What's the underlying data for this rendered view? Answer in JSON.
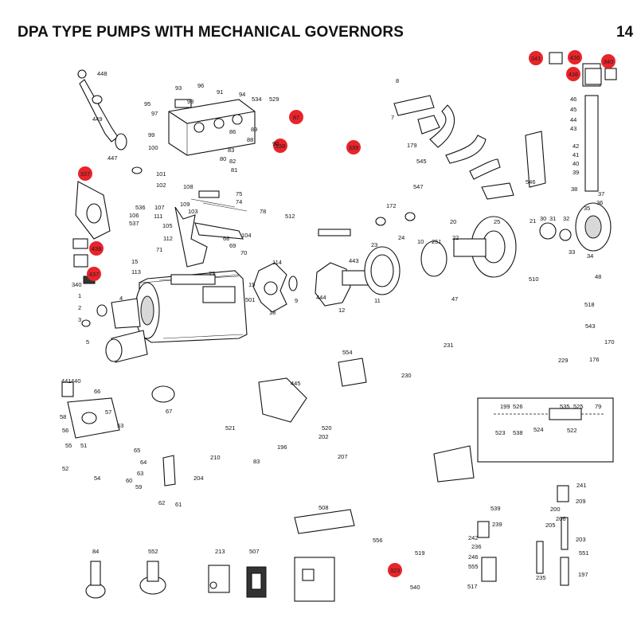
{
  "header": {
    "title": "DPA TYPE PUMPS WITH MECHANICAL GOVERNORS",
    "page_number": "14"
  },
  "highlight_color": "#e8242a",
  "highlighted_refs": [
    "341",
    "436",
    "340",
    "436",
    "87",
    "338",
    "339",
    "337",
    "438",
    "437",
    "323"
  ],
  "callouts": [
    "448",
    "449",
    "447",
    "93",
    "96",
    "91",
    "94",
    "95",
    "98",
    "97",
    "534",
    "529",
    "99",
    "86",
    "89",
    "88",
    "90",
    "100",
    "83",
    "82",
    "81",
    "80",
    "101",
    "102",
    "108",
    "75",
    "74",
    "78",
    "109",
    "103",
    "536",
    "107",
    "106",
    "111",
    "537",
    "105",
    "112",
    "104",
    "73",
    "68",
    "69",
    "70",
    "71",
    "15",
    "113",
    "114",
    "340",
    "1",
    "2",
    "3",
    "4",
    "5",
    "501",
    "19",
    "18",
    "9",
    "8",
    "7",
    "179",
    "545",
    "546",
    "547",
    "512",
    "172",
    "444",
    "443",
    "12",
    "11",
    "10",
    "251",
    "22",
    "23",
    "24",
    "20",
    "21",
    "25",
    "30",
    "31",
    "32",
    "33",
    "34",
    "35",
    "36",
    "37",
    "38",
    "39",
    "40",
    "41",
    "42",
    "43",
    "44",
    "45",
    "46",
    "47",
    "48",
    "518",
    "510",
    "543",
    "170",
    "176",
    "229",
    "230",
    "231",
    "554",
    "441",
    "440",
    "58",
    "57",
    "53",
    "56",
    "55",
    "54",
    "51",
    "52",
    "59",
    "62",
    "61",
    "60",
    "63",
    "64",
    "65",
    "66",
    "67",
    "204",
    "445",
    "520",
    "202",
    "196",
    "207",
    "521",
    "210",
    "83",
    "84",
    "552",
    "213",
    "507",
    "508",
    "556",
    "519",
    "540",
    "539",
    "239",
    "242",
    "236",
    "246",
    "555",
    "517",
    "241",
    "209",
    "200",
    "205",
    "206",
    "203",
    "551",
    "235",
    "197",
    "199",
    "526",
    "535",
    "525",
    "79",
    "524",
    "522",
    "523",
    "538",
    "539"
  ]
}
